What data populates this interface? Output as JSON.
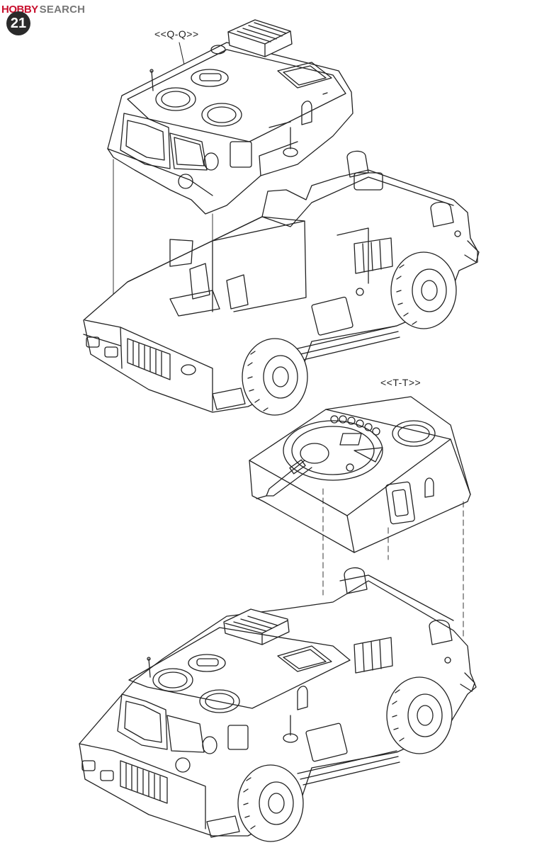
{
  "watermark": {
    "logo": "HOBBY",
    "text": "SEARCH"
  },
  "step": {
    "number": "21"
  },
  "callouts": {
    "top": "<<Q-Q>>",
    "middle": "<<T-T>>"
  },
  "colors": {
    "ink": "#222222",
    "badge": "#2a2a2a",
    "logo_red": "#c8102e",
    "logo_gray": "#777777"
  }
}
